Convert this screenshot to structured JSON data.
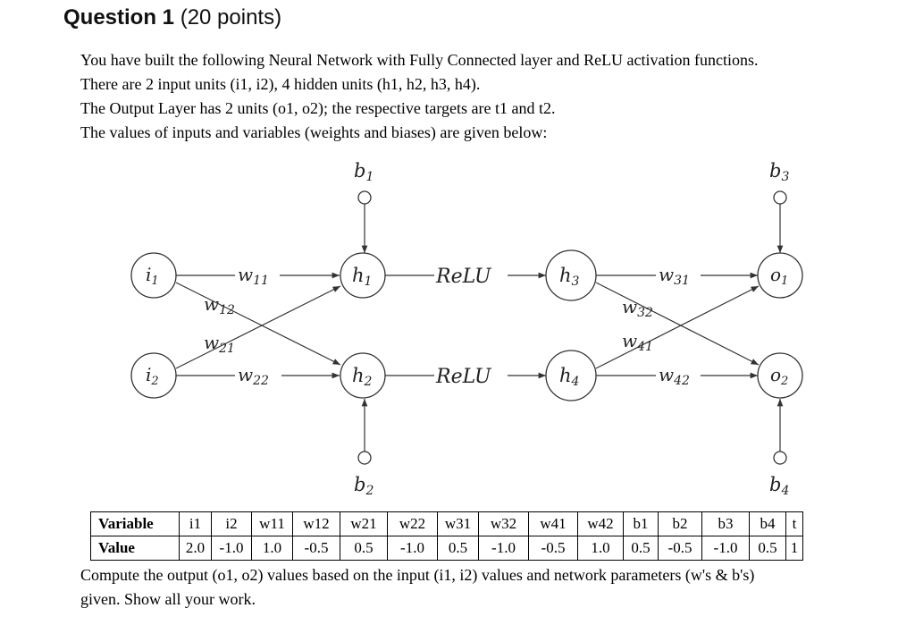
{
  "question": {
    "title": "Question 1",
    "points": "(20 points)"
  },
  "intro_lines": [
    "You have built the following Neural Network with Fully Connected layer and ReLU activation functions.",
    "There are 2 input units (i1, i2), 4 hidden units (h1, h2, h3, h4).",
    "The Output Layer has 2 units (o1, o2); the respective targets are t1 and t2.",
    "The values of inputs and variables (weights and biases) are given below:"
  ],
  "network": {
    "nodes": {
      "i1": {
        "base": "i",
        "sub": "1"
      },
      "i2": {
        "base": "i",
        "sub": "2"
      },
      "h1": {
        "base": "h",
        "sub": "1"
      },
      "h2": {
        "base": "h",
        "sub": "2"
      },
      "h3": {
        "base": "h",
        "sub": "3"
      },
      "h4": {
        "base": "h",
        "sub": "4"
      },
      "o1": {
        "base": "o",
        "sub": "1"
      },
      "o2": {
        "base": "o",
        "sub": "2"
      }
    },
    "biases": {
      "b1": {
        "base": "b",
        "sub": "1"
      },
      "b2": {
        "base": "b",
        "sub": "2"
      },
      "b3": {
        "base": "b",
        "sub": "3"
      },
      "b4": {
        "base": "b",
        "sub": "4"
      }
    },
    "weights": {
      "w11": {
        "base": "w",
        "sub": "11"
      },
      "w12": {
        "base": "w",
        "sub": "12"
      },
      "w21": {
        "base": "w",
        "sub": "21"
      },
      "w22": {
        "base": "w",
        "sub": "22"
      },
      "w31": {
        "base": "w",
        "sub": "31"
      },
      "w32": {
        "base": "w",
        "sub": "32"
      },
      "w41": {
        "base": "w",
        "sub": "41"
      },
      "w42": {
        "base": "w",
        "sub": "42"
      }
    },
    "activation_1": "ReLU",
    "activation_2": "ReLU"
  },
  "table": {
    "header_label": "Variable",
    "value_label": "Value",
    "columns": [
      "i1",
      "i2",
      "w11",
      "w12",
      "w21",
      "w22",
      "w31",
      "w32",
      "w41",
      "w42",
      "b1",
      "b2",
      "b3",
      "b4",
      "t"
    ],
    "values": [
      "2.0",
      "-1.0",
      "1.0",
      "-0.5",
      "0.5",
      "-1.0",
      "0.5",
      "-1.0",
      "-0.5",
      "1.0",
      "0.5",
      "-0.5",
      "-1.0",
      "0.5",
      "1"
    ]
  },
  "closing_lines": [
    "Compute the output (o1, o2) values based on the input (i1, i2) values and network parameters (w's & b's)",
    "given. Show all your work."
  ]
}
